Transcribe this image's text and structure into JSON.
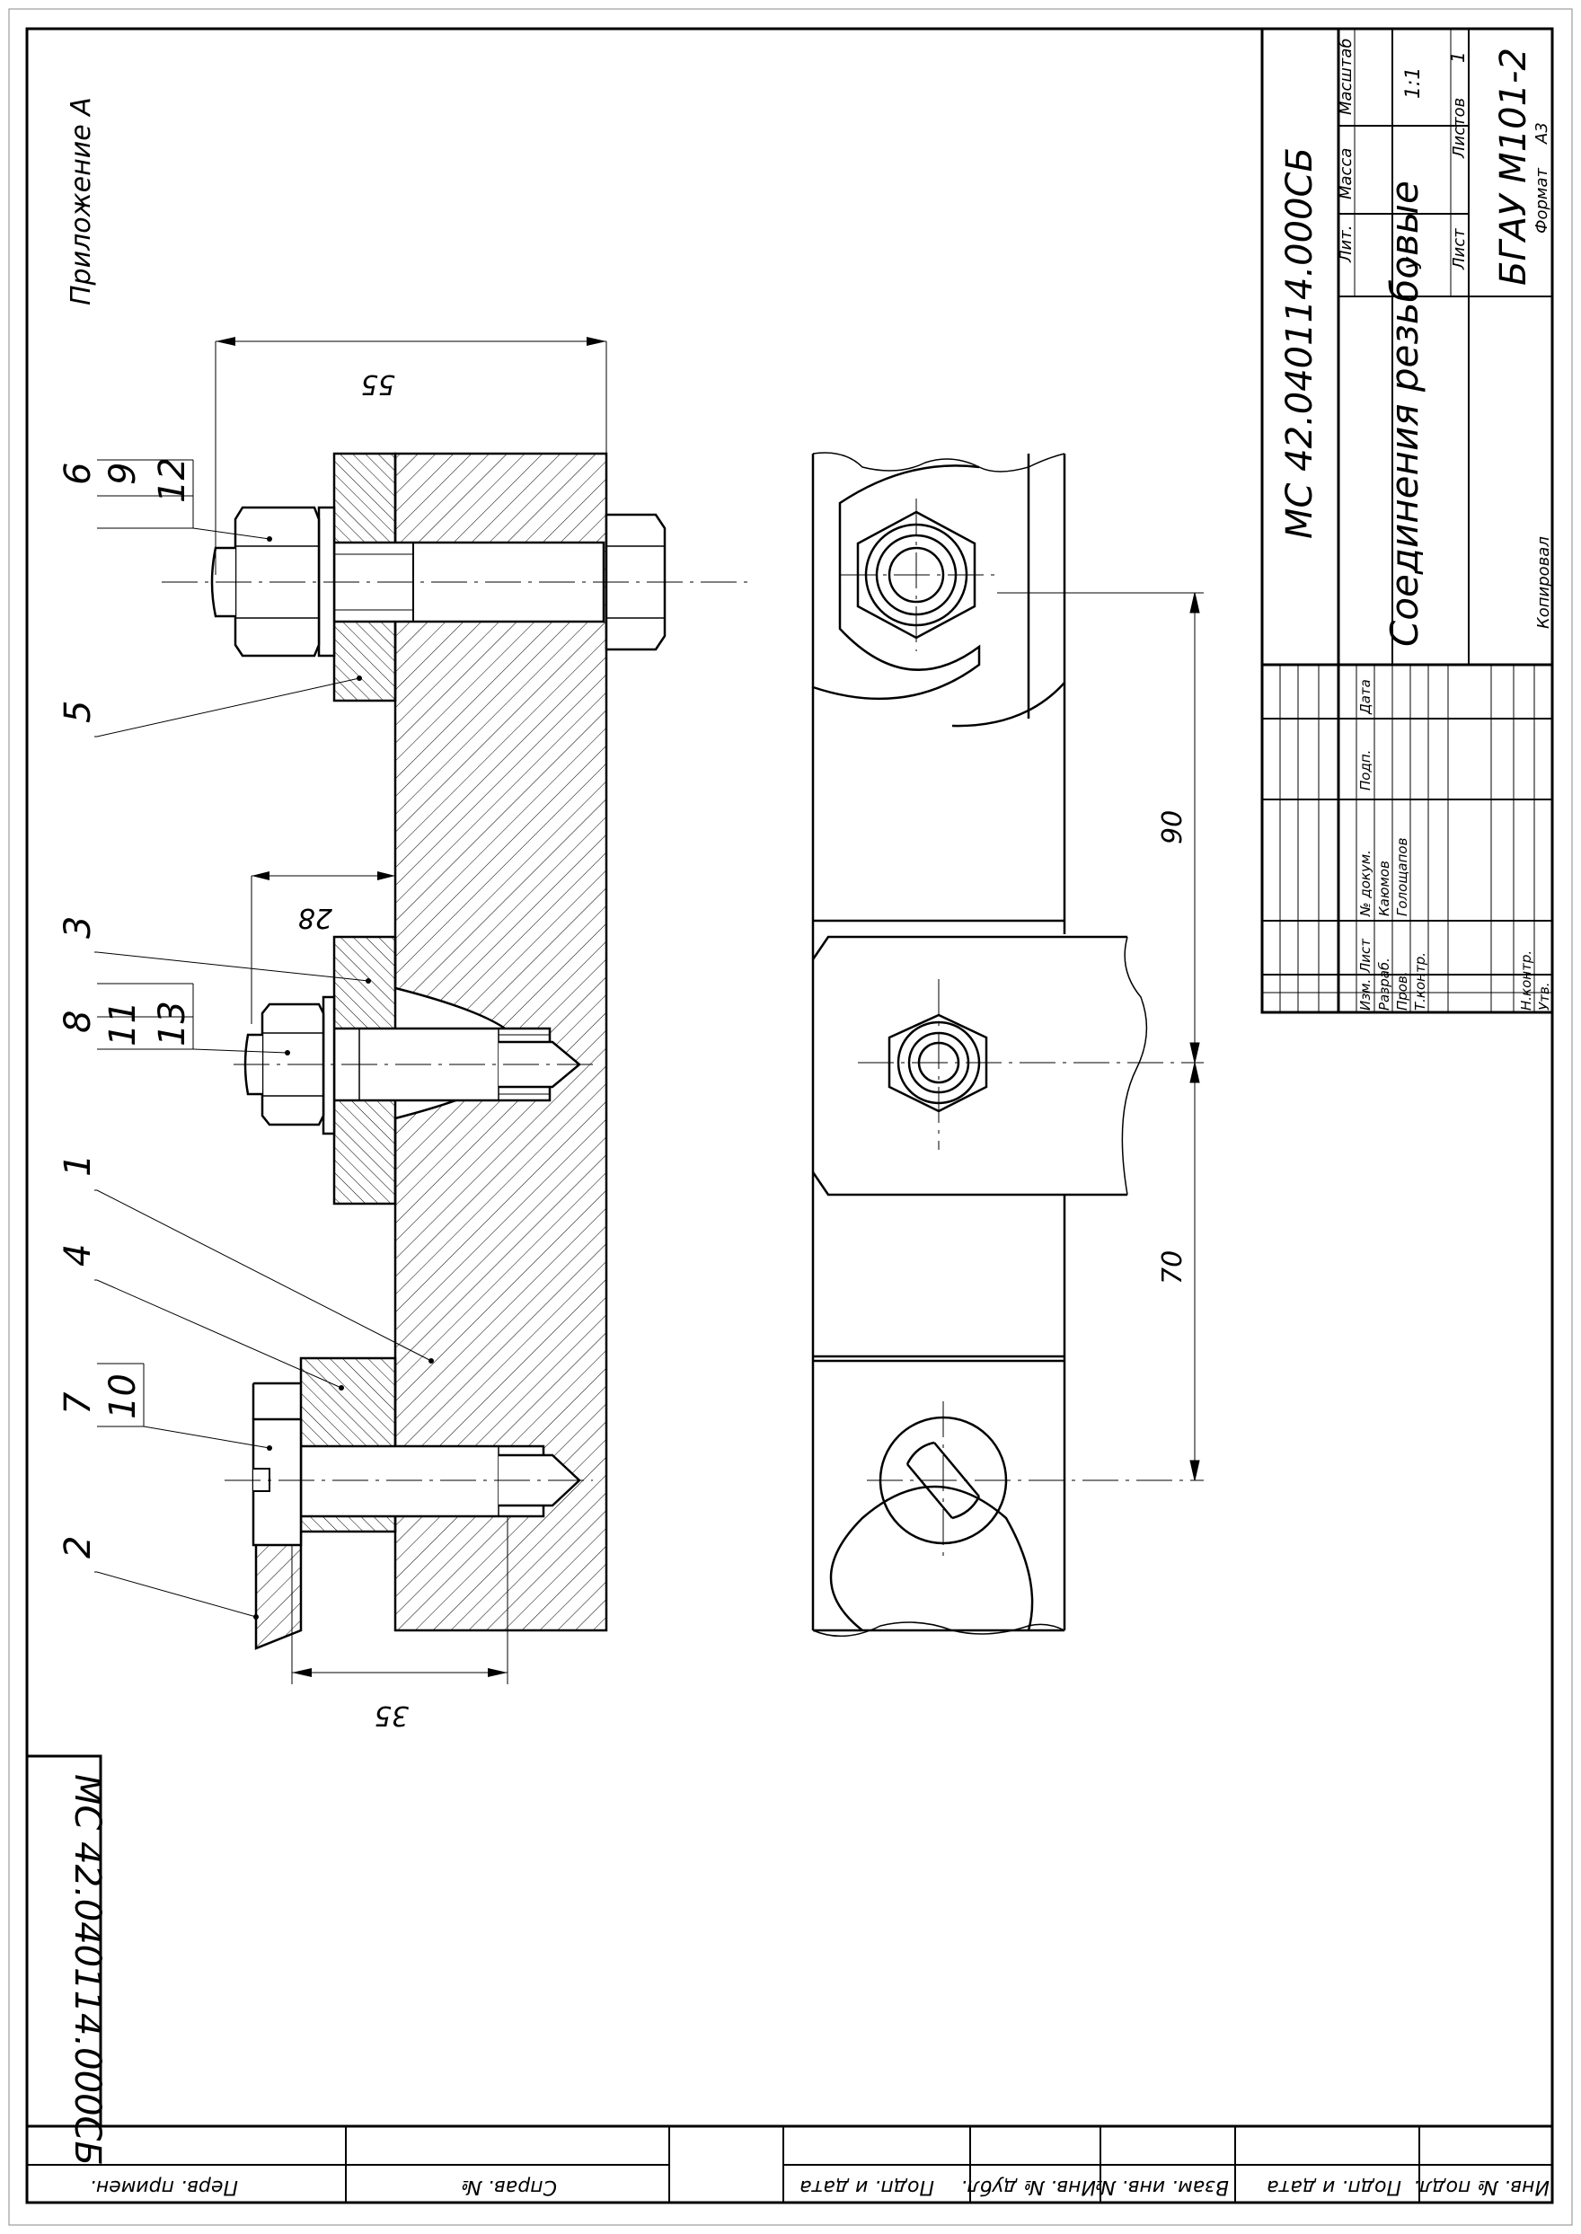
{
  "appendix_label": "Приложение А",
  "designation": "МС 42.040114.000СБ",
  "designation_rotated_stamp": "МС 42.040114.000СБ",
  "title": "Соединения резьбовые",
  "organization": "БГАУ М101-2",
  "copied_label": "Копировал",
  "format_label": "Формат",
  "format_value": "А3",
  "stamp": {
    "col_lit": "Лит.",
    "col_mass": "Масса",
    "col_scale": "Масштаб",
    "lit_value": "У",
    "scale_value": "1:1",
    "sheet_label": "Лист",
    "sheets_label": "Листов",
    "sheets_value": "1",
    "row_headers": [
      "Изм.",
      "Лист",
      "№ докум.",
      "Подп.",
      "Дата"
    ],
    "roles": [
      "Разраб.",
      "Пров.",
      "Т.контр.",
      "Н.контр.",
      "Утв."
    ],
    "names": [
      "Каюмов",
      "Голощапов"
    ]
  },
  "dimensions": {
    "d55": "55",
    "d28": "28",
    "d35": "35",
    "d90": "90",
    "d70": "70"
  },
  "leaders": {
    "l6": "6",
    "l9": "9",
    "l12": "12",
    "l5": "5",
    "l3": "3",
    "l8": "8",
    "l11": "11",
    "l13": "13",
    "l1": "1",
    "l4": "4",
    "l7": "7",
    "l10": "10",
    "l2": "2"
  },
  "side_strip": [
    "Перв. примен.",
    "Справ. №",
    "Подп. и дата",
    "Инв. № дубл.",
    "Взам. инв. №",
    "Подп. и дата",
    "Инв. № подл."
  ]
}
